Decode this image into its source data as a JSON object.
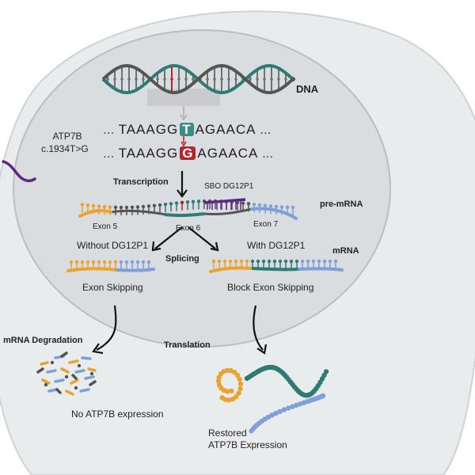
{
  "labels": {
    "dna": "DNA",
    "gene": "ATP7B",
    "variant": "c.1934T>G",
    "transcription": "Transcription",
    "sbo": "SBO DG12P1",
    "pre_mrna": "pre-mRNA",
    "exon5": "Exon 5",
    "exon6": "Exon 6",
    "exon7": "Exon 7",
    "without": "Without DG12P1",
    "with": "With DG12P1",
    "splicing": "Splicing",
    "mrna": "mRNA",
    "exon_skipping": "Exon Skipping",
    "block_exon_skipping": "Block Exon Skipping",
    "mrna_degradation": "mRNA Degradation",
    "translation": "Translation",
    "no_expression": "No ATP7B expression",
    "restored_line1": "Restored",
    "restored_line2": "ATP7B Expression"
  },
  "sequence": {
    "ellipsis": "...",
    "wt_prefix": "TAAAGG",
    "wt_base": "T",
    "wt_suffix": "AGAACA",
    "mut_prefix": "TAAAGG",
    "mut_base": "G",
    "mut_suffix": "AGAACA"
  },
  "colors": {
    "cell": "#e9eced",
    "nucleus": "#dadddf",
    "exon5": "#e9a330",
    "exon6": "#2f7a74",
    "exon7": "#7f9fd9",
    "intron": "#555555",
    "mutation": "#b3262b",
    "wildtype_box": "#3d8a84",
    "oligo": "#5b2a86"
  }
}
